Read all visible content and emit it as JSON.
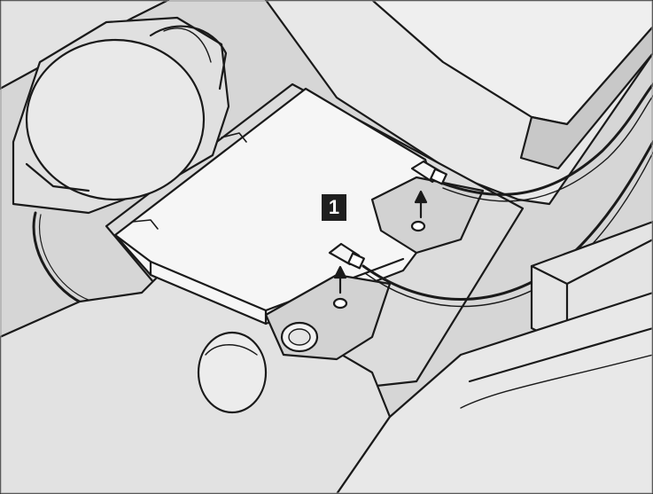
{
  "callouts": [
    {
      "label": "1"
    }
  ],
  "colors": {
    "line": "#1a1a1a",
    "base_gray": "#d6d6d6",
    "light_gray": "#e6e6e6",
    "card_white": "#f6f6f6",
    "dark_gray": "#b9b9b9",
    "callout_bg": "#1f1f1f",
    "callout_text": "#ffffff"
  },
  "parts": [
    "speaker",
    "wireless-card",
    "antenna-connector",
    "antenna-cable",
    "screw",
    "keyboard-frame"
  ]
}
